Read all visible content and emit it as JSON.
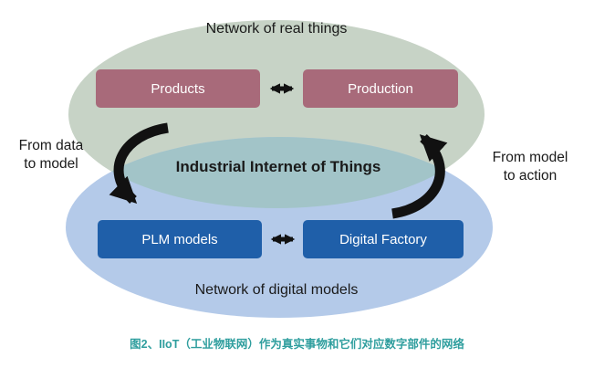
{
  "labels": {
    "top_ellipse": "Network of real things",
    "center": "Industrial Internet of Things",
    "bottom_ellipse": "Network of digital models"
  },
  "annotations": {
    "left_line1": "From data",
    "left_line2": "to model",
    "right_line1": "From model",
    "right_line2": "to action"
  },
  "nodes": {
    "products": "Products",
    "production": "Production",
    "plm_models": "PLM models",
    "digital_factory": "Digital Factory"
  },
  "caption": "图2、IIoT（工业物联网）作为真实事物和它们对应数字部件的网络",
  "colors": {
    "top_ellipse": "#c7d3c6",
    "bottom_ellipse": "#b4cae9",
    "overlap": "#a2c4c8",
    "real_node": "#a86a7a",
    "digital_node": "#1f5fa9",
    "arrow": "#111111",
    "caption_text": "#2f9e9e",
    "node_text": "#ffffff",
    "label_text": "#1a1a1a"
  }
}
